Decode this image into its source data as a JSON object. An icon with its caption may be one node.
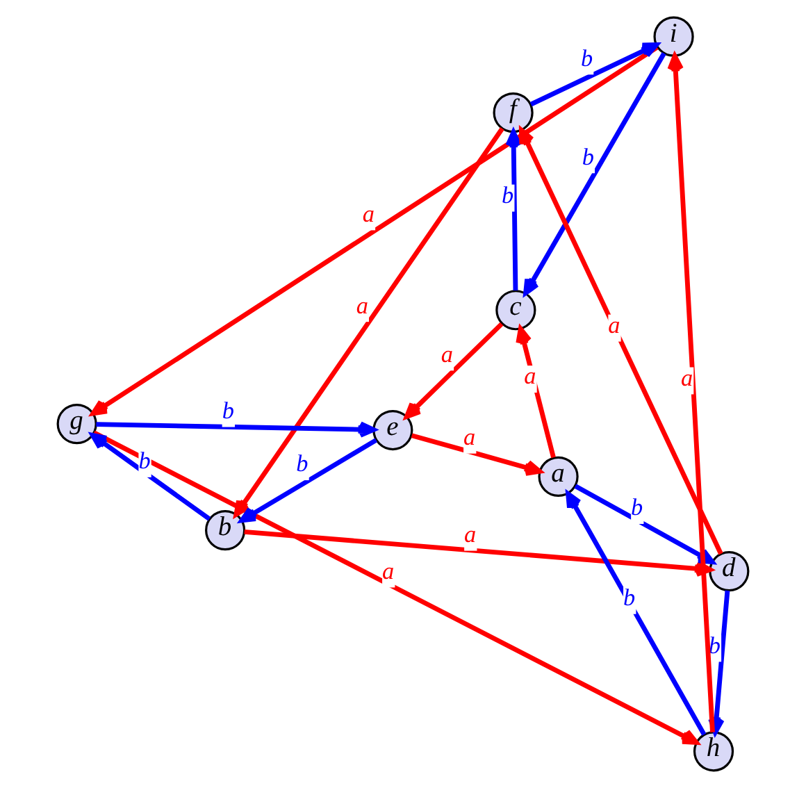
{
  "diagram": {
    "nodes": [
      {
        "text": [
          "i"
        ]
      },
      {
        "text": [
          "f"
        ]
      },
      {
        "text": [
          "c"
        ]
      },
      {
        "text": [
          "g"
        ]
      },
      {
        "text": [
          "b"
        ]
      },
      {
        "text": [
          "e"
        ]
      },
      {
        "text": [
          "a"
        ]
      },
      {
        "text": [
          "d"
        ]
      },
      {
        "text": [
          "h"
        ]
      }
    ],
    "edges": [
      {
        "from": 0,
        "to": 3,
        "arrow": "to",
        "label": "a",
        "color": "#ff0000"
      },
      {
        "from": 0,
        "to": 2,
        "arrow": "to",
        "label": "b",
        "color": "#0000ff"
      },
      {
        "from": 1,
        "to": 0,
        "arrow": "to",
        "label": "b",
        "color": "#0000ff"
      },
      {
        "from": 1,
        "to": 4,
        "arrow": "to",
        "label": "a",
        "color": "#ff0000"
      },
      {
        "from": 2,
        "to": 1,
        "arrow": "to",
        "label": "b",
        "color": "#0000ff"
      },
      {
        "from": 2,
        "to": 5,
        "arrow": "to",
        "label": "a",
        "color": "#ff0000"
      },
      {
        "from": 6,
        "to": 2,
        "arrow": "to",
        "label": "a",
        "color": "#ff0000"
      },
      {
        "from": 5,
        "to": 4,
        "arrow": "to",
        "label": "b",
        "color": "#0000ff"
      },
      {
        "from": 4,
        "to": 3,
        "arrow": "to",
        "label": "b",
        "color": "#0000ff"
      },
      {
        "from": 3,
        "to": 5,
        "arrow": "to",
        "label": "b",
        "color": "#0000ff"
      },
      {
        "from": 5,
        "to": 6,
        "arrow": "to",
        "label": "a",
        "color": "#ff0000"
      },
      {
        "from": 7,
        "to": 1,
        "arrow": "to",
        "label": "a",
        "color": "#ff0000"
      },
      {
        "from": 8,
        "to": 0,
        "arrow": "to",
        "label": "a",
        "color": "#ff0000"
      },
      {
        "from": 4,
        "to": 7,
        "arrow": "to",
        "label": "a",
        "color": "#ff0000"
      },
      {
        "from": 6,
        "to": 7,
        "arrow": "to",
        "label": "b",
        "color": "#0000ff"
      },
      {
        "from": 7,
        "to": 8,
        "arrow": "to",
        "label": "b",
        "color": "#0000ff"
      },
      {
        "from": 8,
        "to": 6,
        "arrow": "to",
        "label": "b",
        "color": "#0000ff"
      },
      {
        "from": 3,
        "to": 8,
        "arrow": "to",
        "label": "a",
        "color": "#ff0000"
      }
    ]
  }
}
